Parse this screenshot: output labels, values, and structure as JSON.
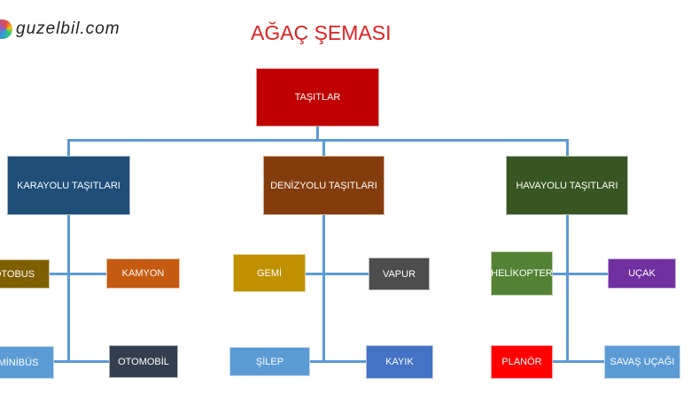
{
  "logo": {
    "text": "guzelbil.com"
  },
  "title": "AĞAÇ ŞEMASI",
  "root": {
    "label": "TAŞITLAR",
    "color": "#c00000"
  },
  "categories": [
    {
      "label": "KARAYOLU TAŞITLARI",
      "color": "#1f4e79",
      "children": [
        {
          "label": "OTOBUS",
          "color": "#7f6000"
        },
        {
          "label": "KAMYON",
          "color": "#c55a11"
        },
        {
          "label": "MİNİBÜS",
          "color": "#5b9bd5"
        },
        {
          "label": "OTOMOBİL",
          "color": "#333f50"
        }
      ]
    },
    {
      "label": "DENİZYOLU TAŞITLARI",
      "color": "#843c0c",
      "children": [
        {
          "label": "GEMİ",
          "color": "#bf9000"
        },
        {
          "label": "VAPUR",
          "color": "#4d4d4d"
        },
        {
          "label": "ŞİLEP",
          "color": "#5b9bd5"
        },
        {
          "label": "KAYIK",
          "color": "#4472c4"
        }
      ]
    },
    {
      "label": "HAVAYOLU TAŞITLARI",
      "color": "#375623",
      "children": [
        {
          "label": "HELİKOPTER",
          "color": "#548235"
        },
        {
          "label": "UÇAK",
          "color": "#7030a0"
        },
        {
          "label": "PLANÖR",
          "color": "#ff0000"
        },
        {
          "label": "SAVAŞ UÇAĞI",
          "color": "#5b9bd5"
        }
      ]
    }
  ]
}
